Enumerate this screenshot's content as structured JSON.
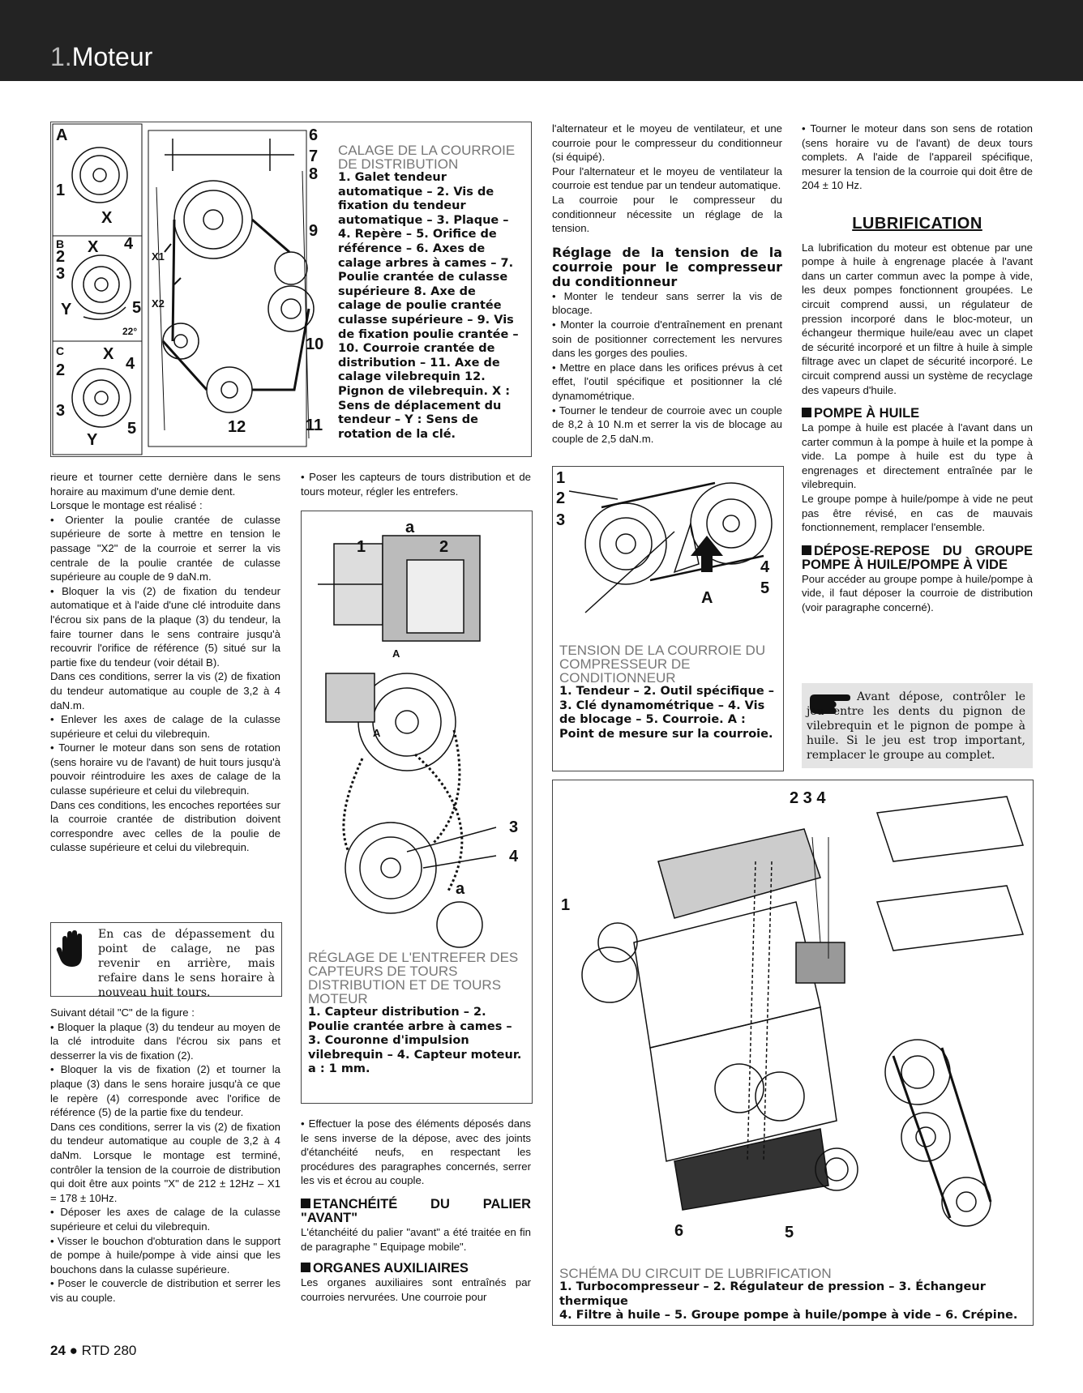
{
  "header": {
    "number": "1.",
    "title": "Moteur"
  },
  "fig1": {
    "title": "CALAGE DE LA COURROIE DE DISTRIBUTION",
    "caption": "1. Galet tendeur automatique – 2. Vis de fixation du tendeur automatique – 3. Plaque – 4. Repère – 5. Orifice de référence – 6. Axes de calage arbres à cames – 7. Poulie crantée de culasse supérieure 8. Axe de calage de poulie crantée culasse supérieure – 9. Vis de fixation poulie crantée – 10. Courroie crantée de distribution – 11. Axe de calage vilebrequin 12. Pignon de vilebrequin. X : Sens de déplacement du tendeur – Y : Sens de rotation de la clé.",
    "labels": {
      "A": "A",
      "B": "B",
      "C": "C",
      "n1": "1",
      "n2": "2",
      "n3": "3",
      "n4": "4",
      "n5": "5",
      "n6": "6",
      "n7": "7",
      "n8": "8",
      "n9": "9",
      "n10": "10",
      "n11": "11",
      "n12": "12",
      "X": "X",
      "Y": "Y",
      "X1": "X1",
      "X2": "X2",
      "deg": "22°"
    }
  },
  "col1": {
    "p1": "rieure et tourner cette dernière dans le sens horaire au maximum d'une demie dent.",
    "p2": "Lorsque le montage est réalisé :",
    "p3": "• Orienter la poulie crantée de culasse supérieure de sorte à mettre en tension le passage \"X2\" de la courroie et serrer la vis centrale de la poulie crantée de culasse supérieure au couple de 9 daN.m.",
    "p4": "• Bloquer la vis (2) de fixation du tendeur automatique et à l'aide d'une clé introduite dans l'écrou six pans de la plaque (3) du tendeur, la faire tourner dans le sens contraire jusqu'à recouvrir l'orifice de référence (5) situé sur la partie fixe du tendeur (voir détail B).",
    "p5": "Dans ces conditions, serrer la vis (2) de fixation du tendeur automatique au couple de 3,2 à 4 daN.m.",
    "p6": "• Enlever les axes de calage de la culasse supérieure et celui du vilebrequin.",
    "p7": "• Tourner le moteur dans son sens de rotation (sens horaire vu de l'avant) de huit tours jusqu'à pouvoir réintroduire les axes de calage de la culasse supérieure et celui du vilebrequin.",
    "p8": "Dans ces conditions, les encoches reportées sur la courroie crantée de distribution doivent correspondre avec celles de la poulie de culasse supérieure et celui du vilebrequin.",
    "note": "En cas de dépassement du point de calage, ne pas revenir en arrière, mais refaire dans le sens horaire à nouveau huit tours.",
    "p9": "Suivant détail \"C\" de la figure :",
    "p10": "• Bloquer la plaque (3) du tendeur au moyen de la clé introduite dans l'écrou six pans et desserrer la vis de fixation (2).",
    "p11": "• Bloquer la vis de fixation (2) et tourner la plaque (3) dans le sens horaire jusqu'à ce que le repère (4) corresponde avec l'orifice de référence (5) de la partie fixe du tendeur.",
    "p12": "Dans ces conditions, serrer la vis (2) de fixation du tendeur automatique au couple de 3,2 à 4 daNm. Lorsque le montage est terminé, contrôler la tension de la courroie de distribution qui doit être aux points \"X\" de 212 ± 12Hz – X1 = 178 ± 10Hz.",
    "p13": "• Déposer les axes de calage de la culasse supérieure et celui du vilebrequin.",
    "p14": "• Visser le bouchon d'obturation dans le support de pompe à huile/pompe à vide ainsi que les bouchons dans la culasse supérieure.",
    "p15": "• Poser le couvercle de distribution et serrer les vis au couple."
  },
  "col2": {
    "p1": "• Poser les capteurs de tours distribution et de tours moteur, régler les entrefers.",
    "fig": {
      "title": "RÉGLAGE DE L'ENTREFER DES CAPTEURS DE TOURS DISTRIBUTION ET DE TOURS MOTEUR",
      "caption": "1. Capteur distribution – 2. Poulie crantée arbre à cames – 3. Couronne d'impulsion vilebrequin – 4. Capteur moteur. a : 1 mm.",
      "labels": {
        "a": "a",
        "n1": "1",
        "n2": "2",
        "n3": "3",
        "n4": "4",
        "A": "A"
      }
    },
    "p2": "• Effectuer la pose des éléments déposés dans le sens inverse de la dépose, avec des joints d'étanchéité neufs, en respectant les procédures des paragraphes concernés, serrer les vis et écrou au couple.",
    "h1": "ETANCHÉITÉ DU PALIER \"AVANT\"",
    "p3": "L'étanchéité du palier \"avant\" a été traitée en fin de paragraphe \" Equipage mobile\".",
    "h2": "ORGANES AUXILIAIRES",
    "p4": "Les organes auxiliaires sont entraînés par courroies nervurées. Une courroie pour"
  },
  "col3": {
    "p1": "l'alternateur et le moyeu de ventilateur, et une courroie pour le compresseur du conditionneur (si équipé).",
    "p2": "Pour l'alternateur et le moyeu de ventilateur la courroie est tendue par un tendeur automatique.",
    "p3": "La courroie pour le compresseur du conditionneur nécessite un réglage de la tension.",
    "sub": "Réglage de la tension de la courroie pour le compresseur du conditionneur",
    "p4": "• Monter le tendeur sans serrer la vis de blocage.",
    "p5": "• Monter la courroie d'entraînement en prenant soin de positionner correctement les nervures dans les gorges des poulies.",
    "p6": "• Mettre en place dans les orifices prévus à cet effet, l'outil spécifique et positionner la clé dynamométrique.",
    "p7": "• Tourner le tendeur de courroie avec un couple de 8,2 à 10 N.m et serrer la vis de blocage au couple de 2,5 daN.m.",
    "fig": {
      "title": "TENSION DE LA COURROIE DU COMPRESSEUR DE CONDITIONNEUR",
      "caption": "1. Tendeur – 2. Outil spécifique – 3. Clé dynamométrique – 4. Vis de blocage – 5. Courroie. A : Point de mesure sur la courroie.",
      "labels": {
        "n1": "1",
        "n2": "2",
        "n3": "3",
        "n4": "4",
        "n5": "5",
        "A": "A"
      }
    }
  },
  "col4": {
    "p1": "• Tourner le moteur dans son sens de rotation (sens horaire vu de l'avant) de deux tours complets. A l'aide de l'appareil spécifique, mesurer la tension de la courroie qui doit être de 204 ± 10 Hz.",
    "lubri": "LUBRIFICATION",
    "p2": "La lubrification du moteur est obtenue par une pompe à huile à engrenage placée à l'avant dans un carter commun avec la pompe à vide, les deux pompes fonctionnent groupées. Le circuit comprend aussi, un régulateur de pression incorporé dans le bloc-moteur, un échangeur thermique huile/eau avec un clapet de sécurité incorporé et un filtre à huile à simple filtrage avec un clapet de sécurité incorporé. Le circuit comprend aussi un système de recyclage des vapeurs d'huile.",
    "h1": "POMPE À HUILE",
    "p3": "La pompe à huile est placée à l'avant dans un carter commun à la pompe à huile et la pompe à vide. La pompe à huile est du type à engrenages et directement entraînée par le vilebrequin.",
    "p4": "Le groupe pompe à huile/pompe à vide ne peut pas être révisé, en cas de mauvais fonctionnement, remplacer l'ensemble.",
    "h2": "DÉPOSE-REPOSE DU GROUPE POMPE À HUILE/POMPE À VIDE",
    "p5": "Pour accéder au groupe pompe à huile/pompe à vide, il faut déposer la courroie de distribution (voir paragraphe concerné).",
    "note": "Avant dépose, contrôler le jeu entre les dents du pignon de vilebrequin et le pignon de pompe à huile. Si le jeu est trop important, remplacer le groupe au complet."
  },
  "fig_lubri": {
    "title": "SCHÉMA DU CIRCUIT DE LUBRIFICATION",
    "caption1": "1. Turbocompresseur – 2. Régulateur de pression – 3. Échangeur thermique",
    "caption2": "4. Filtre à huile – 5. Groupe pompe à huile/pompe à vide – 6. Crépine.",
    "labels": {
      "n1": "1",
      "n234": "2 3 4",
      "n5": "5",
      "n6": "6"
    }
  },
  "footer": {
    "page": "24",
    "bullet": "●",
    "ref": "RTD 280"
  }
}
